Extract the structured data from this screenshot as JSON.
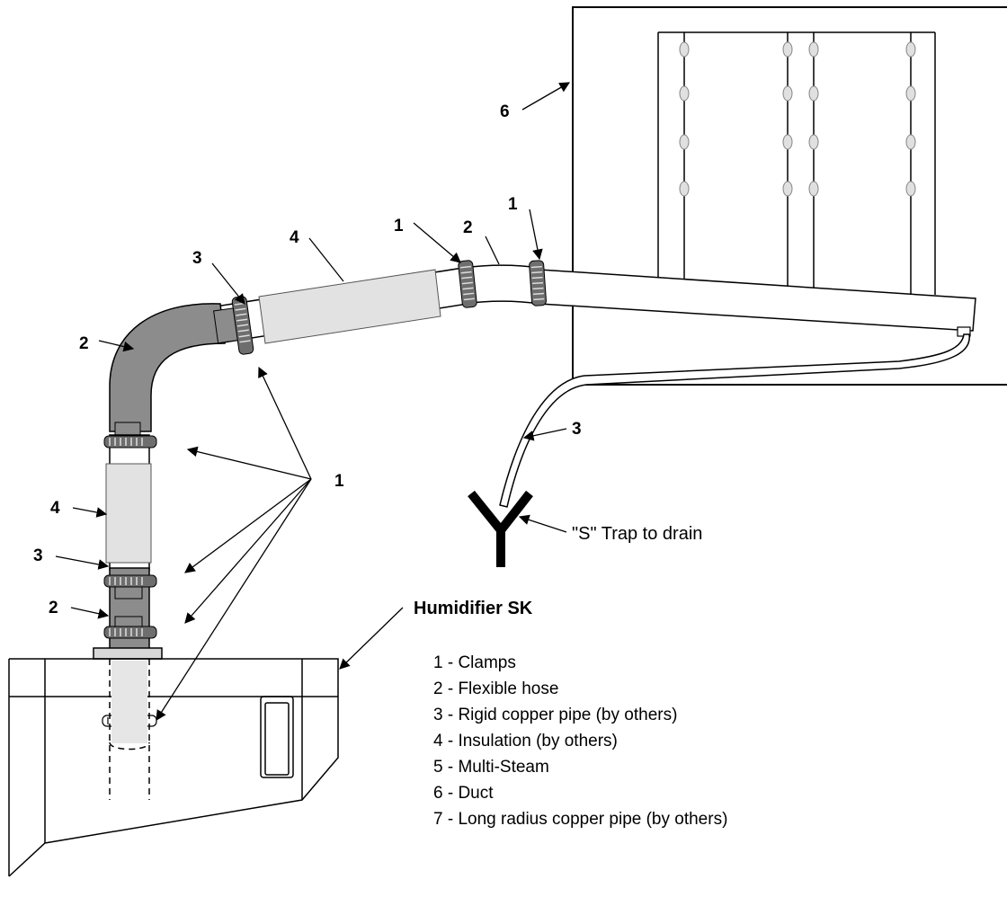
{
  "callouts": {
    "duct_6": "6",
    "insulation_top_4": "4",
    "clamp_top_left_1": "1",
    "clamp_top_right_1": "1",
    "hose_top_2": "2",
    "copper_top_3": "3",
    "hose_elbow_2": "2",
    "clamps_group_1": "1",
    "insulation_left_4": "4",
    "copper_left_3": "3",
    "hose_lower_2": "2",
    "drain_pipe_3": "3"
  },
  "trap_label": "\"S\" Trap to drain",
  "title": "Humidifier SK",
  "legend": [
    "1 - Clamps",
    "2 - Flexible hose",
    "3 - Rigid copper pipe (by others)",
    "4 - Insulation (by others)",
    "5 - Multi-Steam",
    "6 - Duct",
    "7 - Long radius copper pipe (by others)"
  ],
  "colors": {
    "hose": "#8c8c8c",
    "insulation": "#e2e2e2",
    "line": "#000000"
  }
}
